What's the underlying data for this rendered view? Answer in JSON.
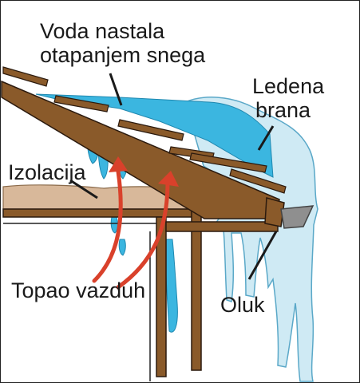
{
  "labels": {
    "water_line1": "Voda nastala",
    "water_line2": "otapanjem snega",
    "ice_line1": "Ledena",
    "ice_line2": "brana",
    "insulation": "Izolacija",
    "warm_air": "Topao vazduh",
    "gutter": "Oluk"
  },
  "colors": {
    "wood": "#8a5a2a",
    "wood_dark": "#2b1a0e",
    "water": "#3bb6e0",
    "ice": "#cfeaf4",
    "insulation": "#d8b89a",
    "arrow": "#d9412b",
    "gutter": "#8f8f8f"
  }
}
